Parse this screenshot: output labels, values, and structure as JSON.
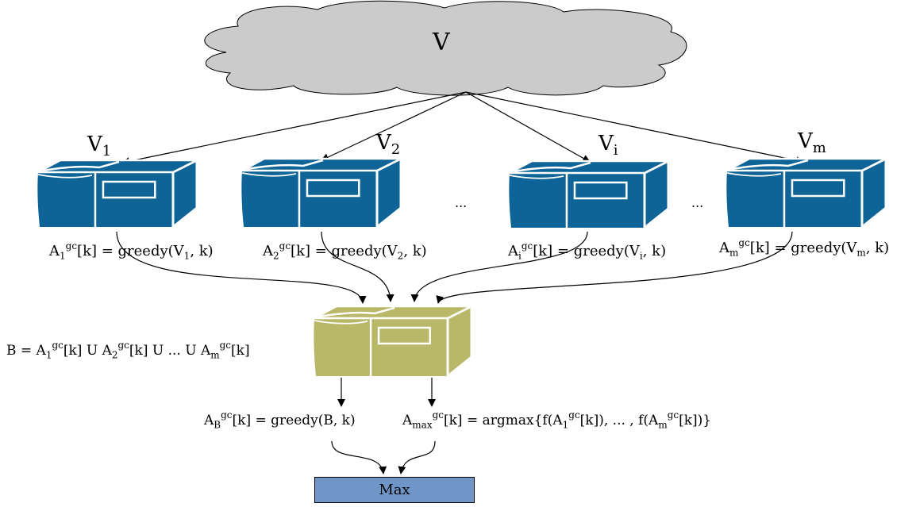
{
  "cloud": {
    "label": "V"
  },
  "partitions": [
    {
      "name": "V",
      "sub": "1",
      "assign_lhs": "A",
      "assign_sub": "1",
      "assign_sup": "gc",
      "assign_mid": "[k] = greedy(V",
      "assign_arg_sub": "1",
      "assign_end": ", k)"
    },
    {
      "name": "V",
      "sub": "2",
      "assign_lhs": "A",
      "assign_sub": "2",
      "assign_sup": "gc",
      "assign_mid": "[k] = greedy(V",
      "assign_arg_sub": "2",
      "assign_end": ", k)"
    },
    {
      "name": "V",
      "sub": "i",
      "assign_lhs": "A",
      "assign_sub": "i",
      "assign_sup": "gc",
      "assign_mid": "[k] = greedy(V",
      "assign_arg_sub": "i",
      "assign_end": ", k)"
    },
    {
      "name": "V",
      "sub": "m",
      "assign_lhs": "A",
      "assign_sub": "m",
      "assign_sup": "gc",
      "assign_mid": "[k] = greedy(V",
      "assign_arg_sub": "m",
      "assign_end": ", k)"
    }
  ],
  "ellipsis": [
    "...",
    "..."
  ],
  "union": {
    "p1": "B = A",
    "s1": "1",
    "g1": "gc",
    "p2": "[k] U A",
    "s2": "2",
    "g2": "gc",
    "p3": "[k] U ... U A",
    "s3": "m",
    "g3": "gc",
    "p4": "[k]"
  },
  "greedy_b": {
    "p1": "A",
    "s1": "B",
    "g1": "gc",
    "p2": "[k] = greedy(B, k)"
  },
  "argmax": {
    "p1": "A",
    "s1": "max",
    "g1": "gc",
    "p2": "[k] = argmax{f(A",
    "s2": "1",
    "g2": "gc",
    "p3": "[k]), ... , f(A",
    "s3": "m",
    "g3": "gc",
    "p4": "[k])}"
  },
  "max_box": {
    "label": "Max"
  },
  "colors": {
    "cloud_fill": "#cbcbcb",
    "box_blue": "#0e6496",
    "box_olive": "#b9b768",
    "max_fill": "#7096c8"
  }
}
